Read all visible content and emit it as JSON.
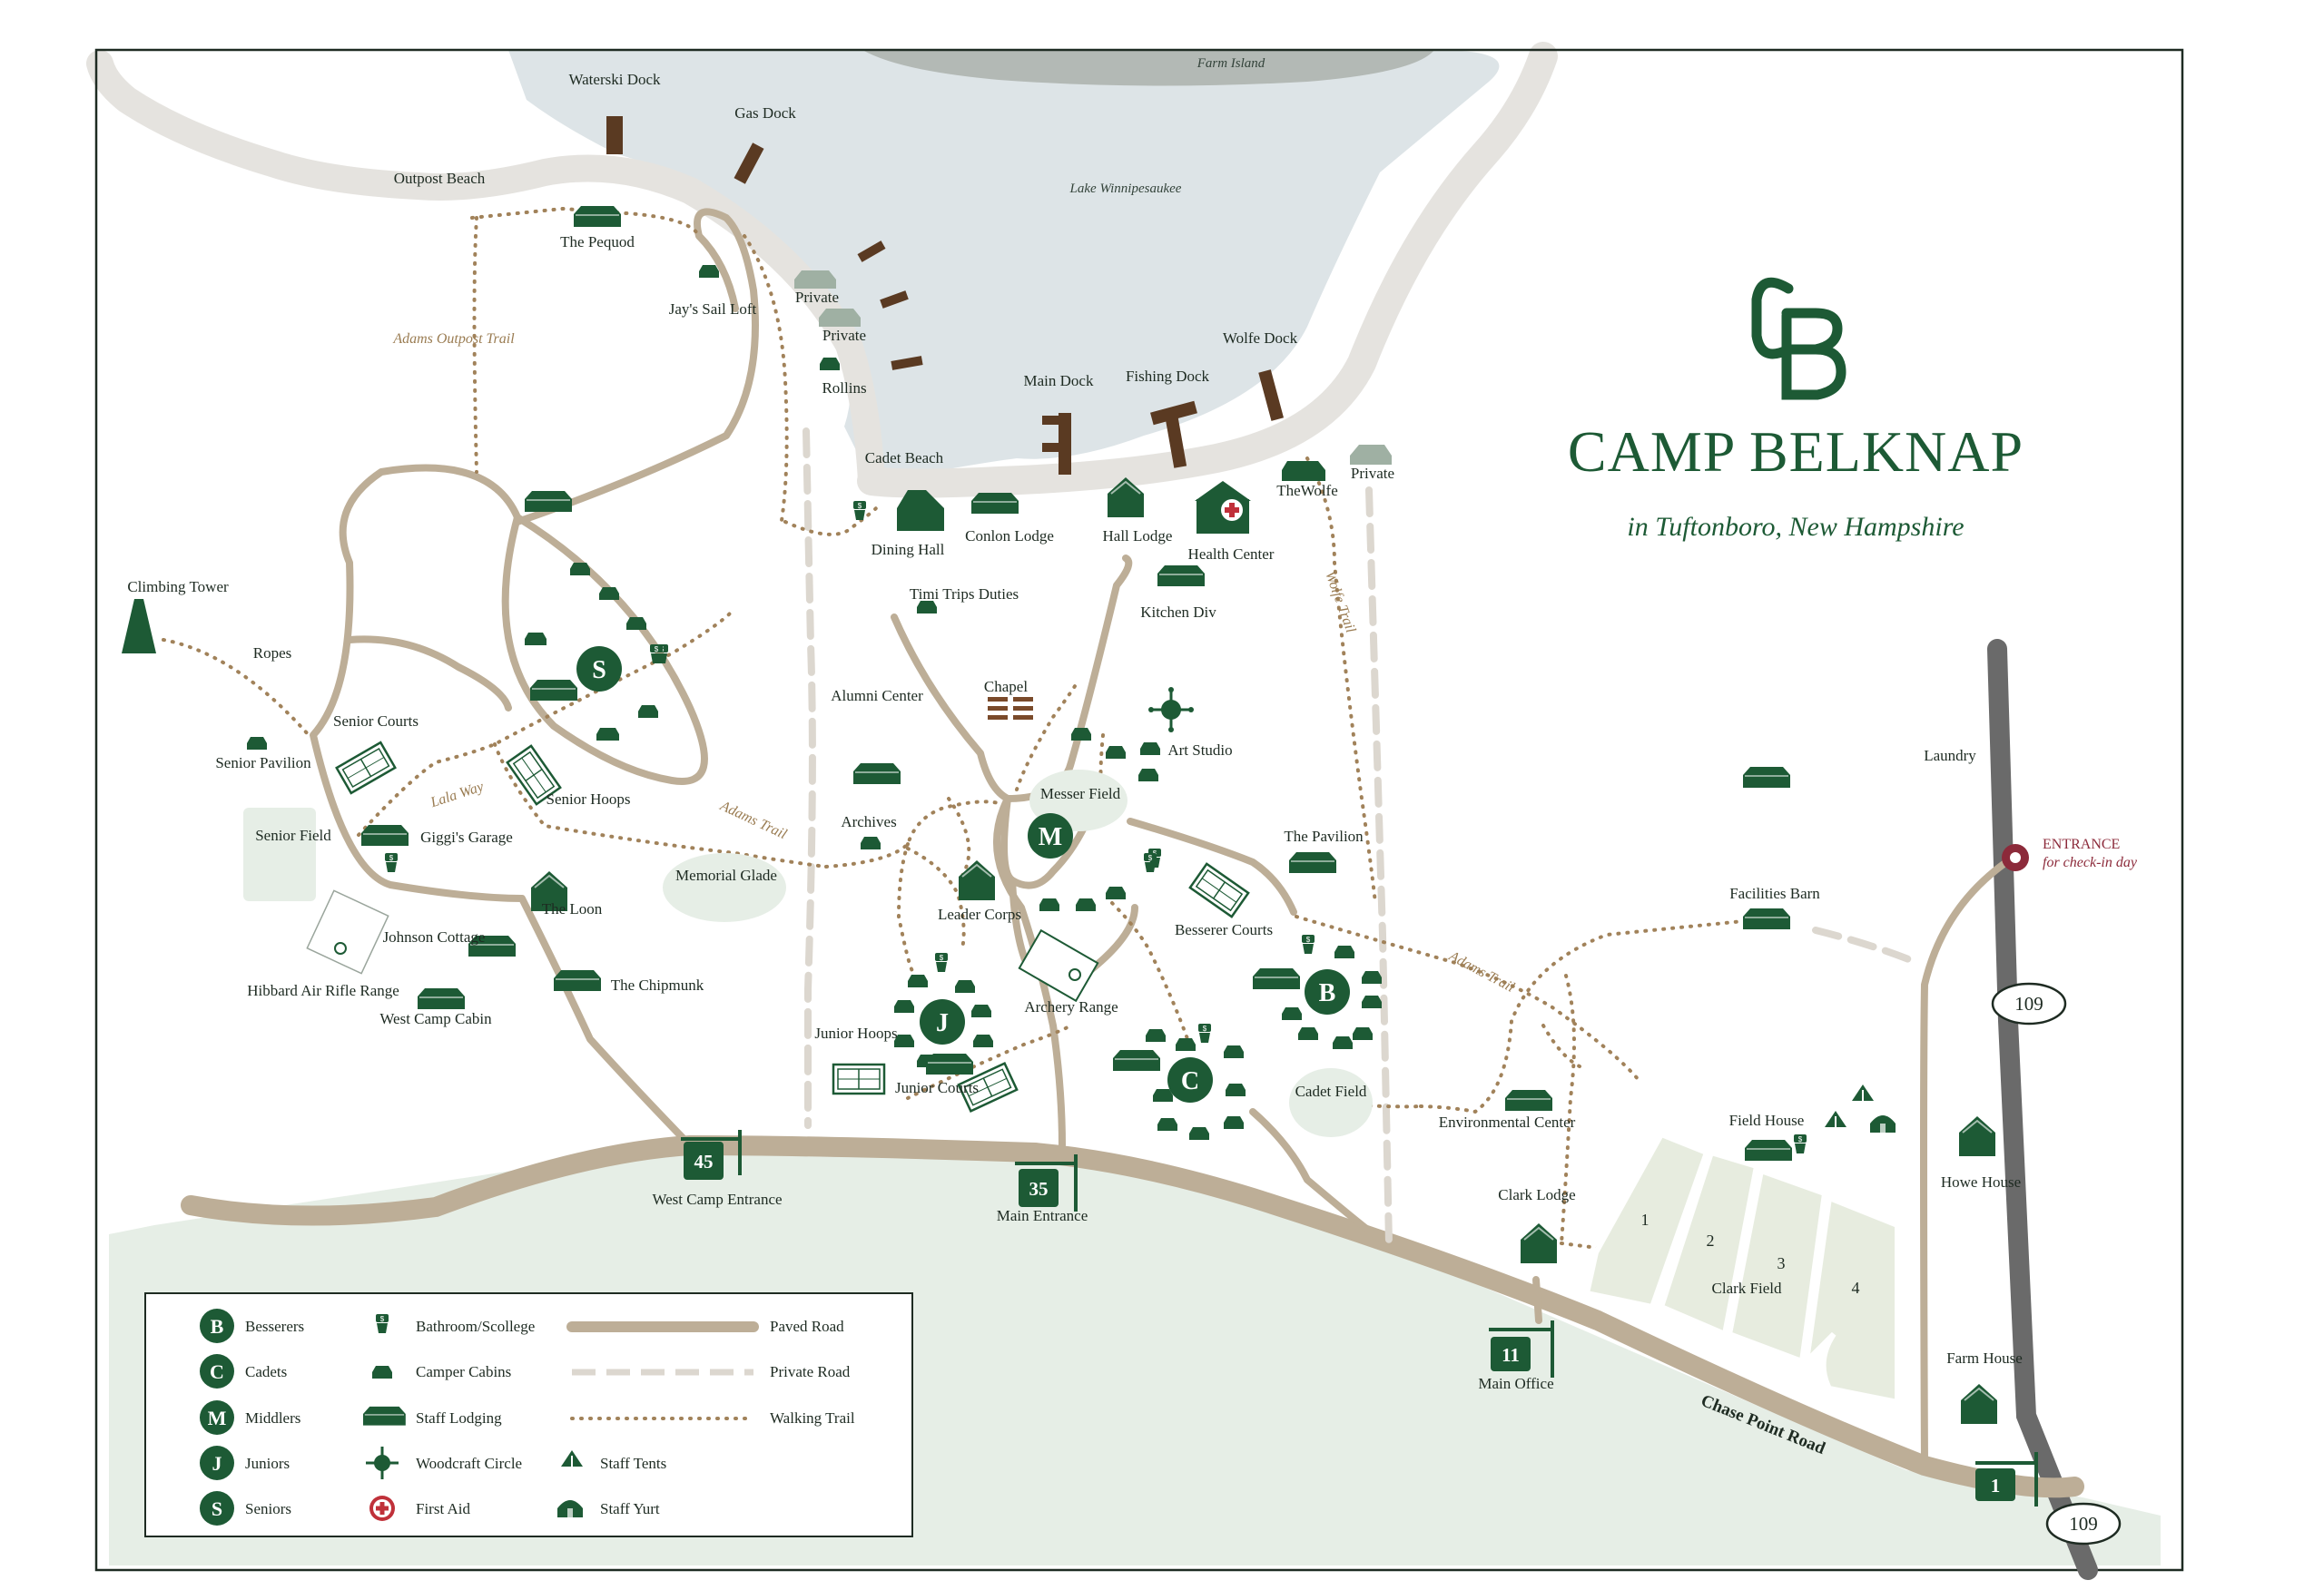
{
  "title": "CAMP BELKNAP",
  "subtitle": "in Tuftonboro, New Hampshire",
  "logo": {
    "text": "CB",
    "color": "#1d5a35"
  },
  "colors": {
    "green": "#1d5a35",
    "road": "#bdae97",
    "trail": "#a1825a",
    "water": "#dde4e7",
    "shore": "#e5e3df",
    "lawn": "#e6eee6",
    "field": "#e7ecdf",
    "dock": "#5a3a22",
    "entrance": "#8c2a3a",
    "highway": "#6a6a6a"
  },
  "water_labels": {
    "island": "Farm Island",
    "lake": "Lake Winnipesaukee"
  },
  "docks": {
    "waterski": "Waterski Dock",
    "gas": "Gas Dock",
    "main": "Main Dock",
    "fishing": "Fishing Dock",
    "wolfe": "Wolfe Dock"
  },
  "places": {
    "outpost_beach": "Outpost Beach",
    "pequod": "The Pequod",
    "jays_sail_loft": "Jay's Sail Loft",
    "private": "Private",
    "rollins": "Rollins",
    "cadet_beach": "Cadet Beach",
    "dining_hall": "Dining Hall",
    "conlon_lodge": "Conlon Lodge",
    "hall_lodge": "Hall Lodge",
    "health_center": "Health Center",
    "the_wolfe": "TheWolfe",
    "climbing_tower": "Climbing Tower",
    "ropes": "Ropes",
    "senior_pavilion": "Senior Pavilion",
    "senior_courts": "Senior Courts",
    "senior_hoops": "Senior Hoops",
    "senior_field": "Senior Field",
    "giggis_garage": "Giggi's Garage",
    "memorial_glade": "Memorial Glade",
    "the_loon": "The Loon",
    "johnson_cottage": "Johnson Cottage",
    "the_chipmunk": "The Chipmunk",
    "west_camp_cabin": "West Camp Cabin",
    "hibbard": "Hibbard Air Rifle Range",
    "timi_trips": "Timi Trips Duties",
    "kitchen_div": "Kitchen Div",
    "chapel": "Chapel",
    "art_studio": "Art Studio",
    "alumni_center": "Alumni Center",
    "archives": "Archives",
    "messer_field": "Messer Field",
    "leader_corps": "Leader Corps",
    "the_pavilion": "The Pavilion",
    "besserer_courts": "Besserer Courts",
    "archery_range": "Archery Range",
    "junior_hoops": "Junior Hoops",
    "junior_courts": "Junior Courts",
    "cadet_field": "Cadet Field",
    "environmental_center": "Environmental Center",
    "facilities_barn": "Facilities Barn",
    "laundry": "Laundry",
    "field_house": "Field House",
    "howe_house": "Howe House",
    "clark_lodge": "Clark Lodge",
    "clark_field": "Clark Field",
    "farm_house": "Farm House",
    "main_office": "Main Office",
    "main_entrance": "Main Entrance",
    "west_camp_entrance": "West Camp Entrance"
  },
  "field_numbers": [
    "1",
    "2",
    "3",
    "4"
  ],
  "trails": {
    "adams_outpost": "Adams Outpost Trail",
    "lala_way": "Lala Way",
    "adams_trail": "Adams Trail",
    "wolfe_trail": "Wolfe Trail"
  },
  "road_name": "Chase Point Road",
  "entrance": {
    "label": "ENTRANCE",
    "note": "for check-in day"
  },
  "route_number": "109",
  "gates": {
    "west_camp": "45",
    "main": "35",
    "main_office": "11",
    "entrance": "1"
  },
  "village_badges": {
    "seniors": "S",
    "middlers": "M",
    "juniors": "J",
    "besserers": "B",
    "cadets": "C"
  },
  "legend": {
    "col1": [
      {
        "badge": "B",
        "label": "Besserers"
      },
      {
        "badge": "C",
        "label": "Cadets"
      },
      {
        "badge": "M",
        "label": "Middlers"
      },
      {
        "badge": "J",
        "label": "Juniors"
      },
      {
        "badge": "S",
        "label": "Seniors"
      }
    ],
    "col2": [
      {
        "icon": "toilet-icon",
        "label": "Bathroom/Scollege"
      },
      {
        "icon": "cabin-icon",
        "label": "Camper Cabins"
      },
      {
        "icon": "lodge-icon",
        "label": "Staff Lodging"
      },
      {
        "icon": "woodcraft-icon",
        "label": "Woodcraft Circle"
      },
      {
        "icon": "first-aid-icon",
        "label": "First Aid"
      }
    ],
    "col3": [
      {
        "icon": "paved-road-line",
        "label": "Paved Road"
      },
      {
        "icon": "private-road-line",
        "label": "Private Road"
      },
      {
        "icon": "walking-trail-line",
        "label": "Walking Trail"
      },
      {
        "icon": "tent-icon",
        "label": "Staff Tents"
      },
      {
        "icon": "yurt-icon",
        "label": "Staff Yurt"
      }
    ]
  }
}
